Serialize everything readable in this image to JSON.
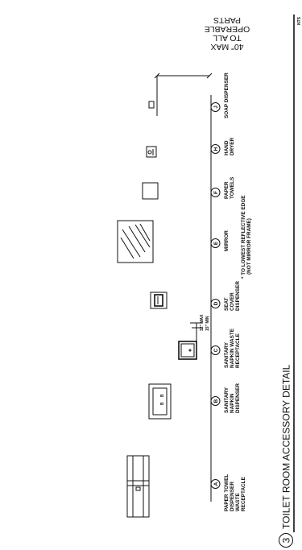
{
  "title": "TOILET ROOM ACCESSORY DETAIL",
  "detail_number": "3",
  "scale_note": "NTS",
  "reach_note": [
    "40\" MAX",
    "TO ALL",
    "OPERABLE",
    "PARTS"
  ],
  "mirror_note": [
    "* TO LOWEST REFLECTIVE EDGE",
    "(NOT MIRROR FRAME)"
  ],
  "receptacle_dims": [
    "32\" MAX",
    "15\" MIN"
  ],
  "accessories": [
    {
      "letter": "A",
      "label": [
        "PAPER TOWEL",
        "DISPENSER",
        "WASTE",
        "RECEPTACLE"
      ]
    },
    {
      "letter": "B",
      "label": [
        "SANITARY",
        "NAPKIN",
        "DISPENSER"
      ]
    },
    {
      "letter": "C",
      "label": [
        "SANITARY",
        "NAPKIN WASTE",
        "RECEPTACLE"
      ]
    },
    {
      "letter": "D",
      "label": [
        "SEAT",
        "COVER",
        "DISPENSER"
      ]
    },
    {
      "letter": "E",
      "label": [
        "MIRROR"
      ]
    },
    {
      "letter": "F",
      "label": [
        "PAPER",
        "TOWELS"
      ]
    },
    {
      "letter": "H",
      "label": [
        "HAND",
        "DRYER"
      ]
    },
    {
      "letter": "J",
      "label": [
        "SOAP DISPENSER"
      ]
    }
  ]
}
